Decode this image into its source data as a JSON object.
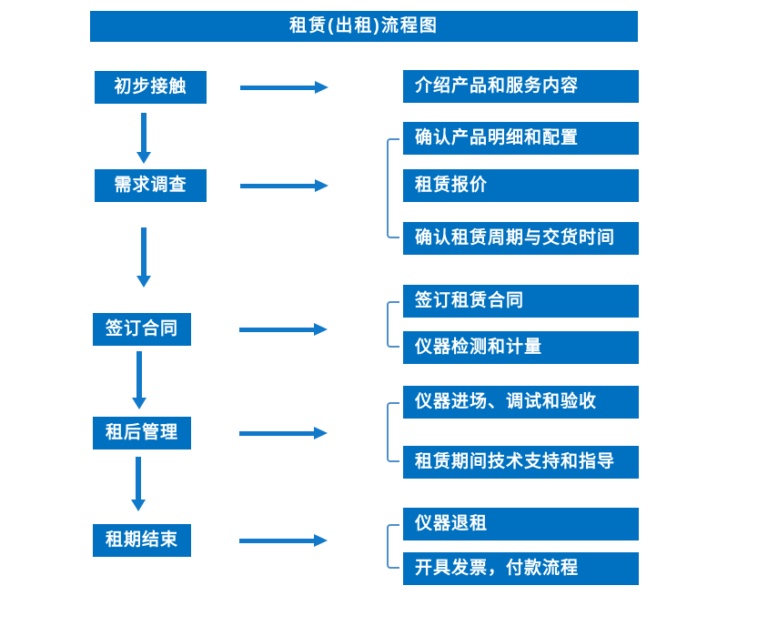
{
  "title": "租赁(出租)流程图",
  "colors": {
    "box_blue": "#0070C0",
    "arrow_blue": "#1179CA",
    "bracket_blue": "#4E8FCB",
    "text": "#FFFFFF",
    "background": "#FFFFFF"
  },
  "flow": [
    {
      "stage": "初步接触",
      "details": [
        "介绍产品和服务内容"
      ]
    },
    {
      "stage": "需求调查",
      "details": [
        "确认产品明细和配置",
        "租赁报价",
        "确认租赁周期与交货时间"
      ]
    },
    {
      "stage": "签订合同",
      "details": [
        "签订租赁合同",
        "仪器检测和计量"
      ]
    },
    {
      "stage": "租后管理",
      "details": [
        "仪器进场、调试和验收",
        "租赁期间技术支持和指导"
      ]
    },
    {
      "stage": "租期结束",
      "details": [
        "仪器退租",
        "开具发票，付款流程"
      ]
    }
  ]
}
